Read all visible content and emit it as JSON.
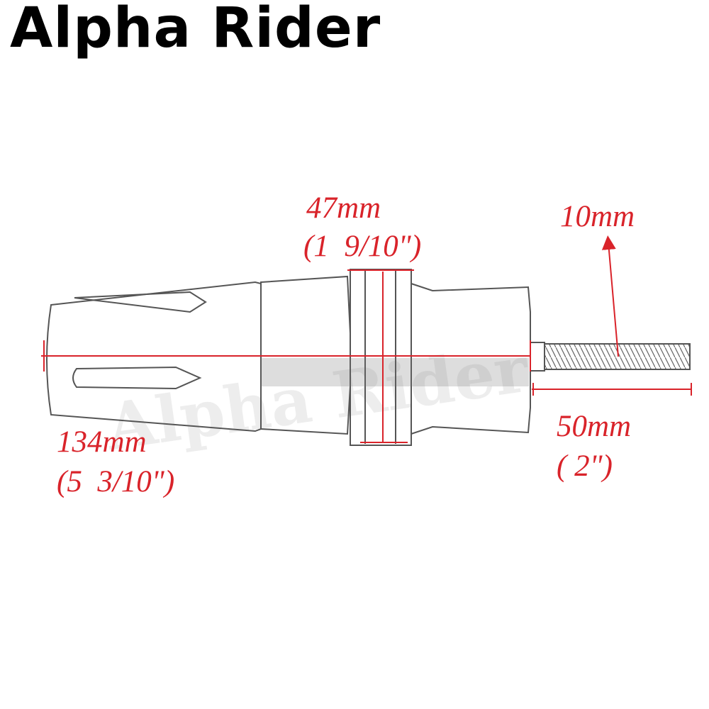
{
  "brand": {
    "title": "Alpha Rider"
  },
  "watermark": {
    "text": "Alpha Rider"
  },
  "dimensions": {
    "width": {
      "metric": "47mm",
      "imperial": "(1  9/10\")"
    },
    "thread": {
      "metric": "10mm"
    },
    "bolt_length": {
      "metric": "50mm",
      "imperial": "( 2\")"
    },
    "overall_length": {
      "metric": "134mm",
      "imperial": "(5  3/10\")"
    }
  },
  "colors": {
    "dimension": "#d9232a",
    "outline": "#555555",
    "text": "#000000"
  }
}
